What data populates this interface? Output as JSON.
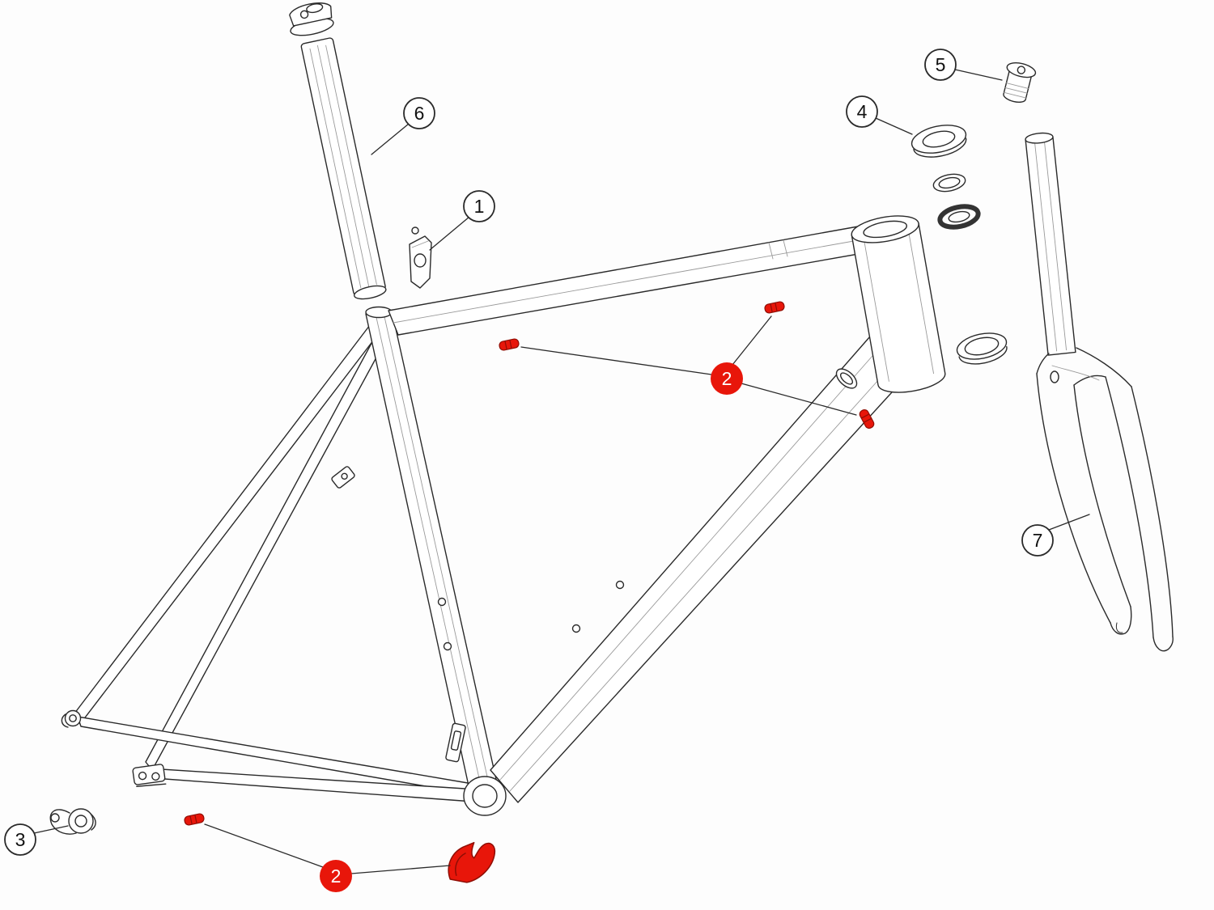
{
  "diagram": {
    "colors": {
      "highlight": "#e8160a",
      "highlight_dark": "#8f0d04",
      "line": "#2a2a2a",
      "line_light": "#9a9a9a",
      "background": "#fdfdfd"
    },
    "callouts": [
      {
        "label": "1",
        "style": "plain"
      },
      {
        "label": "2",
        "style": "highlight"
      },
      {
        "label": "2",
        "style": "highlight"
      },
      {
        "label": "3",
        "style": "plain"
      },
      {
        "label": "4",
        "style": "plain"
      },
      {
        "label": "5",
        "style": "plain"
      },
      {
        "label": "6",
        "style": "plain"
      },
      {
        "label": "7",
        "style": "plain"
      }
    ]
  }
}
